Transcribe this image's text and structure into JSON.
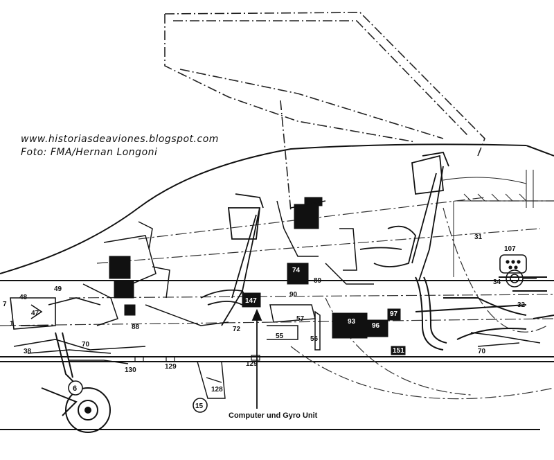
{
  "credits": {
    "site": "www.historiasdeaviones.blogspot.com",
    "photo": "Foto: FMA/Hernan Longoni"
  },
  "caption": "Computer und Gyro Unit",
  "callouts": {
    "n147": "147",
    "n31": "31",
    "n107": "107",
    "n34": "34",
    "n32": "32",
    "n47": "47",
    "n48": "48",
    "n49": "49",
    "n38": "38",
    "n70a": "70",
    "n70b": "70",
    "n130": "130",
    "n129a": "129",
    "n129b": "129",
    "n128": "128",
    "n15": "15",
    "n6": "6",
    "n88": "88",
    "n72": "72",
    "n90": "90",
    "n57": "57",
    "n55": "55",
    "n56": "56",
    "n93": "93",
    "n96": "96",
    "n97": "97",
    "n89": "89",
    "n74": "74",
    "n151": "151",
    "n7": "7",
    "n1": "1"
  }
}
